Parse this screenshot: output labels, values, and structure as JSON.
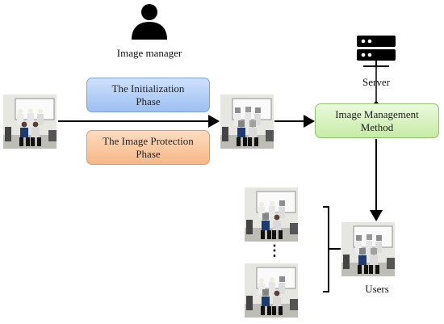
{
  "labels": {
    "image_manager": "Image manager",
    "server": "Server",
    "users": "Users",
    "ellipsis": "⋮"
  },
  "phases": {
    "initialization": {
      "line1": "The Initialization",
      "line2": "Phase"
    },
    "protection": {
      "line1": "The Image Protection",
      "line2": "Phase"
    }
  },
  "method": {
    "line1": "Image Management",
    "line2": "Method"
  },
  "icons": {
    "person": "person-icon",
    "server": "server-icon"
  },
  "colors": {
    "init_box": "#9cc0ef",
    "protect_box": "#f7b787",
    "method_box": "#c7eba6",
    "mosaic": "#8d8d8d"
  }
}
